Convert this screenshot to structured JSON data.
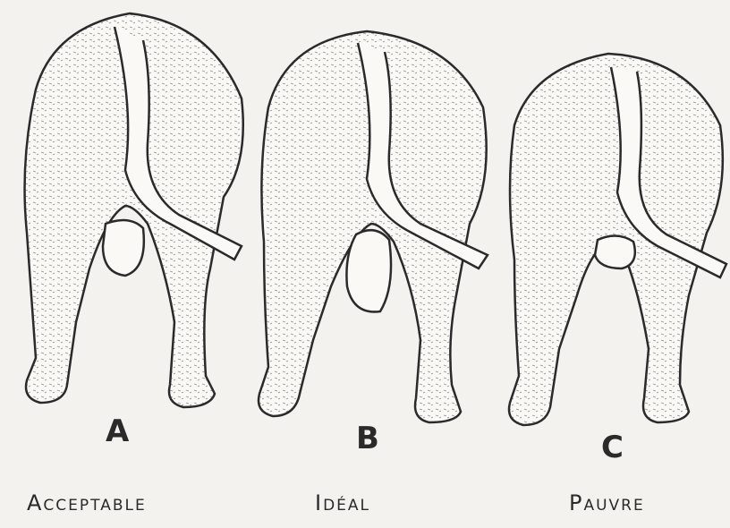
{
  "panels": [
    {
      "letter": "A",
      "caption": "Acceptable"
    },
    {
      "letter": "B",
      "caption": "Idéal"
    },
    {
      "letter": "C",
      "caption": "Pauvre"
    }
  ],
  "colors": {
    "ink": "#2a2a2a",
    "paper": "#f3f2ee",
    "fill": "#faf9f6"
  }
}
